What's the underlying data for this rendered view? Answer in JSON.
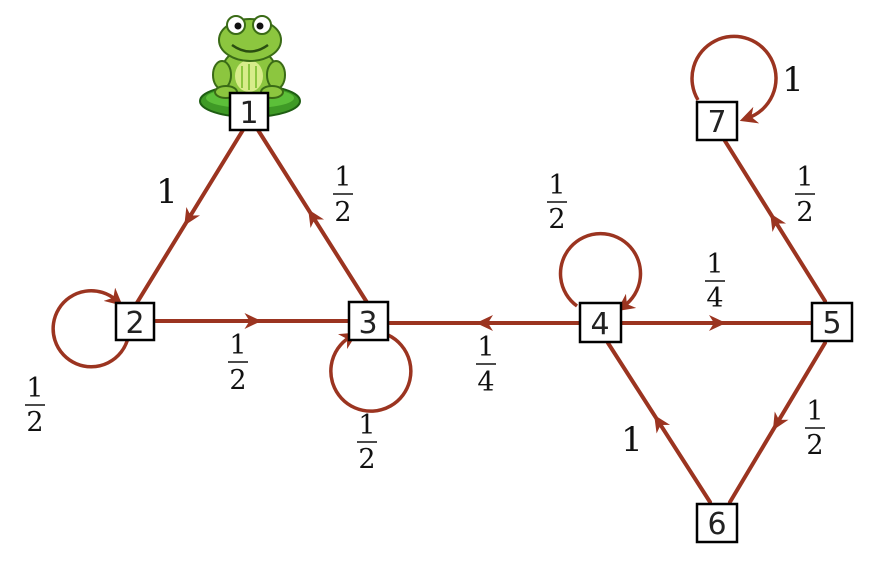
{
  "colors": {
    "edge": "#9b3420",
    "node_border": "#000000",
    "node_fill": "#ffffff",
    "label": "#111111"
  },
  "icon": "frog-on-lily-pad-icon",
  "nodes": [
    "1",
    "2",
    "3",
    "4",
    "5",
    "6",
    "7"
  ],
  "edges": [
    {
      "from": "1",
      "to": "2",
      "weight": "1"
    },
    {
      "from": "3",
      "to": "1",
      "weight": "1/2"
    },
    {
      "from": "2",
      "to": "3",
      "weight": "1/2"
    },
    {
      "from": "4",
      "to": "3",
      "weight": "1/4"
    },
    {
      "from": "4",
      "to": "5",
      "weight": "1/4"
    },
    {
      "from": "5",
      "to": "7",
      "weight": "1/2"
    },
    {
      "from": "5",
      "to": "6",
      "weight": "1/2"
    },
    {
      "from": "6",
      "to": "4",
      "weight": "1"
    }
  ],
  "loops": [
    {
      "node": "2",
      "weight": "1/2"
    },
    {
      "node": "3",
      "weight": "1/2"
    },
    {
      "node": "4",
      "weight": "1/2"
    },
    {
      "node": "7",
      "weight": "1"
    }
  ]
}
